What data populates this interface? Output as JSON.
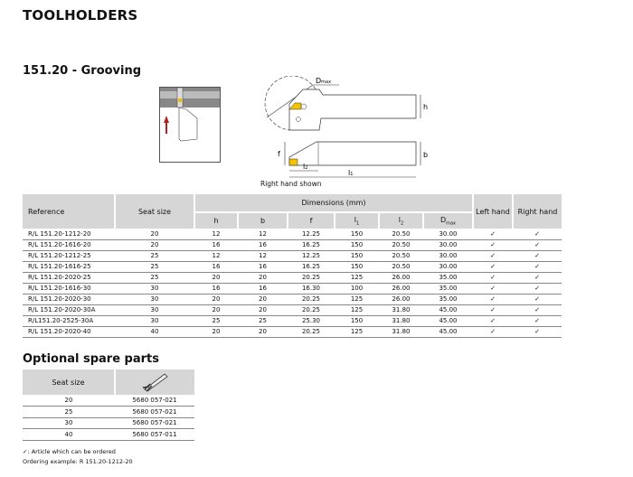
{
  "title": "TOOLHOLDERS",
  "subtitle": "151.20 - Grooving",
  "drawing": {
    "dmax_label": "D",
    "dmax_sub": "max",
    "h": "h",
    "b": "b",
    "f": "f",
    "l1": "l",
    "l1_sub": "1",
    "l2": "l",
    "l2_sub": "2",
    "caption": "Right hand shown"
  },
  "table": {
    "headers": {
      "reference": "Reference",
      "seat_size": "Seat size",
      "dimensions": "Dimensions (mm)",
      "h": "h",
      "b": "b",
      "f": "f",
      "l1": "l",
      "l1_sub": "1",
      "l2": "l",
      "l2_sub": "2",
      "dmax": "D",
      "dmax_sub": "max",
      "left_hand": "Left hand",
      "right_hand": "Right hand"
    },
    "rows": [
      {
        "ref": "R/L 151.20-1212-20",
        "seat": "20",
        "h": "12",
        "b": "12",
        "f": "12.25",
        "l1": "150",
        "l2": "20.50",
        "dmax": "30.00",
        "left": "✓",
        "right": "✓"
      },
      {
        "ref": "R/L 151.20-1616-20",
        "seat": "20",
        "h": "16",
        "b": "16",
        "f": "16.25",
        "l1": "150",
        "l2": "20.50",
        "dmax": "30.00",
        "left": "✓",
        "right": "✓"
      },
      {
        "ref": "R/L 151.20-1212-25",
        "seat": "25",
        "h": "12",
        "b": "12",
        "f": "12.25",
        "l1": "150",
        "l2": "20.50",
        "dmax": "30.00",
        "left": "✓",
        "right": "✓"
      },
      {
        "ref": "R/L 151.20-1616-25",
        "seat": "25",
        "h": "16",
        "b": "16",
        "f": "16.25",
        "l1": "150",
        "l2": "20.50",
        "dmax": "30.00",
        "left": "✓",
        "right": "✓"
      },
      {
        "ref": "R/L 151.20-2020-25",
        "seat": "25",
        "h": "20",
        "b": "20",
        "f": "20.25",
        "l1": "125",
        "l2": "26.00",
        "dmax": "35.00",
        "left": "✓",
        "right": "✓"
      },
      {
        "ref": "R/L 151.20-1616-30",
        "seat": "30",
        "h": "16",
        "b": "16",
        "f": "16.30",
        "l1": "100",
        "l2": "26.00",
        "dmax": "35.00",
        "left": "✓",
        "right": "✓"
      },
      {
        "ref": "R/L 151.20-2020-30",
        "seat": "30",
        "h": "20",
        "b": "20",
        "f": "20.25",
        "l1": "125",
        "l2": "26.00",
        "dmax": "35.00",
        "left": "✓",
        "right": "✓"
      },
      {
        "ref": "R/L 151.20-2020-30A",
        "seat": "30",
        "h": "20",
        "b": "20",
        "f": "20.25",
        "l1": "125",
        "l2": "31.80",
        "dmax": "45.00",
        "left": "✓",
        "right": "✓"
      },
      {
        "ref": "R/L151.20-2525-30A",
        "seat": "30",
        "h": "25",
        "b": "25",
        "f": "25.30",
        "l1": "150",
        "l2": "31.80",
        "dmax": "45.00",
        "left": "✓",
        "right": "✓"
      },
      {
        "ref": "R/L 151.20-2020-40",
        "seat": "40",
        "h": "20",
        "b": "20",
        "f": "20.25",
        "l1": "125",
        "l2": "31.80",
        "dmax": "45.00",
        "left": "✓",
        "right": "✓"
      }
    ]
  },
  "spare": {
    "title": "Optional spare parts",
    "header": "Seat size",
    "icon": "screw-icon",
    "rows": [
      {
        "seat": "20",
        "part": "5680 057-021"
      },
      {
        "seat": "25",
        "part": "5680 057-021"
      },
      {
        "seat": "30",
        "part": "5680 057-021"
      },
      {
        "seat": "40",
        "part": "5680 057-011"
      }
    ]
  },
  "notes": {
    "legend": "✓: Article which can be ordered",
    "example": "Ordering example: R 151.20-1212-20"
  },
  "colors": {
    "header_bg": "#d6d6d6",
    "insert": "#f2c200",
    "arrow": "#b22222"
  }
}
